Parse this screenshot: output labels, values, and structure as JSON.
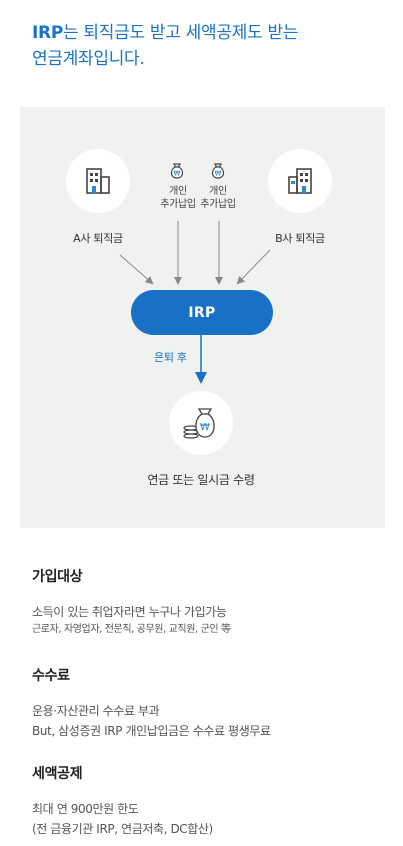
{
  "headline": {
    "highlight": "IRP",
    "rest_line1": "는 퇴직금도 받고 세액공제도 받는",
    "line2": "연금계좌입니다."
  },
  "diagram": {
    "company_a_label": "A사 퇴직금",
    "company_b_label": "B사 퇴직금",
    "personal_deposit_1": [
      "개인",
      "추가납입"
    ],
    "personal_deposit_2": [
      "개인",
      "추가납입"
    ],
    "irp_label": "IRP",
    "retire_label": "은퇴 후",
    "receive_label": "연금 또는 일시금 수령",
    "currency_symbol": "₩",
    "colors": {
      "accent": "#1871c6",
      "background": "#eff2ef"
    },
    "icons": [
      "building-icon",
      "money-bag-icon",
      "money-bag-coins-icon"
    ]
  },
  "sections": [
    {
      "title": "가입대상",
      "lines": [
        "소득이 있는 취업자라면 누구나 가입가능"
      ],
      "small": "근로자, 자영업자, 전문직, 공무원, 교직원, 군인 等"
    },
    {
      "title": "수수료",
      "lines": [
        "운용·자산관리 수수료 부과",
        "But, 삼성증권 IRP 개인납입금은 수수료 평생무료"
      ]
    },
    {
      "title": "세액공제",
      "lines": [
        "최대 연 900만원 한도",
        "(전 금융기관 IRP, 연금저축, DC합산)"
      ]
    }
  ]
}
